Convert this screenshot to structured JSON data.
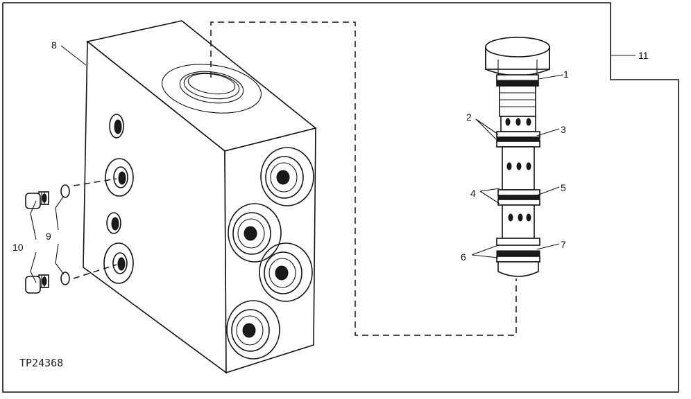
{
  "figure": {
    "id_label": "TP24368",
    "callouts": {
      "c1": "1",
      "c2": "2",
      "c3": "3",
      "c4": "4",
      "c5": "5",
      "c6": "6",
      "c7": "7",
      "c8": "8",
      "c9": "9",
      "c10": "10",
      "c11": "11"
    }
  }
}
